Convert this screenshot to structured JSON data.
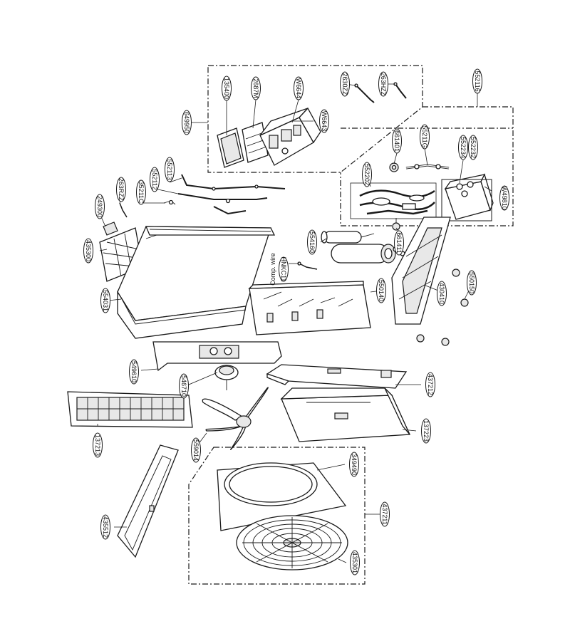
{
  "labels": {
    "p135400": "135400",
    "p2687M": "2687M",
    "pW6644": "W6644",
    "pW6643": "W6643",
    "p649950": "649950",
    "p2630ZZ": "2630ZZ",
    "p263HZZ": "263HZZ",
    "p552116": "552116",
    "p661401": "661401",
    "p55211G": "55211G",
    "p552234": "552234",
    "p552232": "552232",
    "pW49810": "W49810",
    "p552113": "552113",
    "p552112": "552112",
    "p552202": "552202",
    "p263RZZ": "263RZZ",
    "p35211C": "35211C",
    "p249300": "249300",
    "p435300": "435300",
    "p661411": "661411",
    "p554160": "554160",
    "pHNKC11": "HNKC11",
    "p550140": "550140",
    "p430410": "430410",
    "p550150": "550150",
    "p554031": "554031",
    "p549610": "549610",
    "p546710": "546710",
    "p437212": "437212",
    "p137213": "137213",
    "p559014": "559014",
    "p137223": "137223",
    "p349490": "349490",
    "p437211": "437211",
    "p435512": "435512",
    "p435301": "435301"
  },
  "notes": {
    "comp_wire": "Comp. wire"
  }
}
